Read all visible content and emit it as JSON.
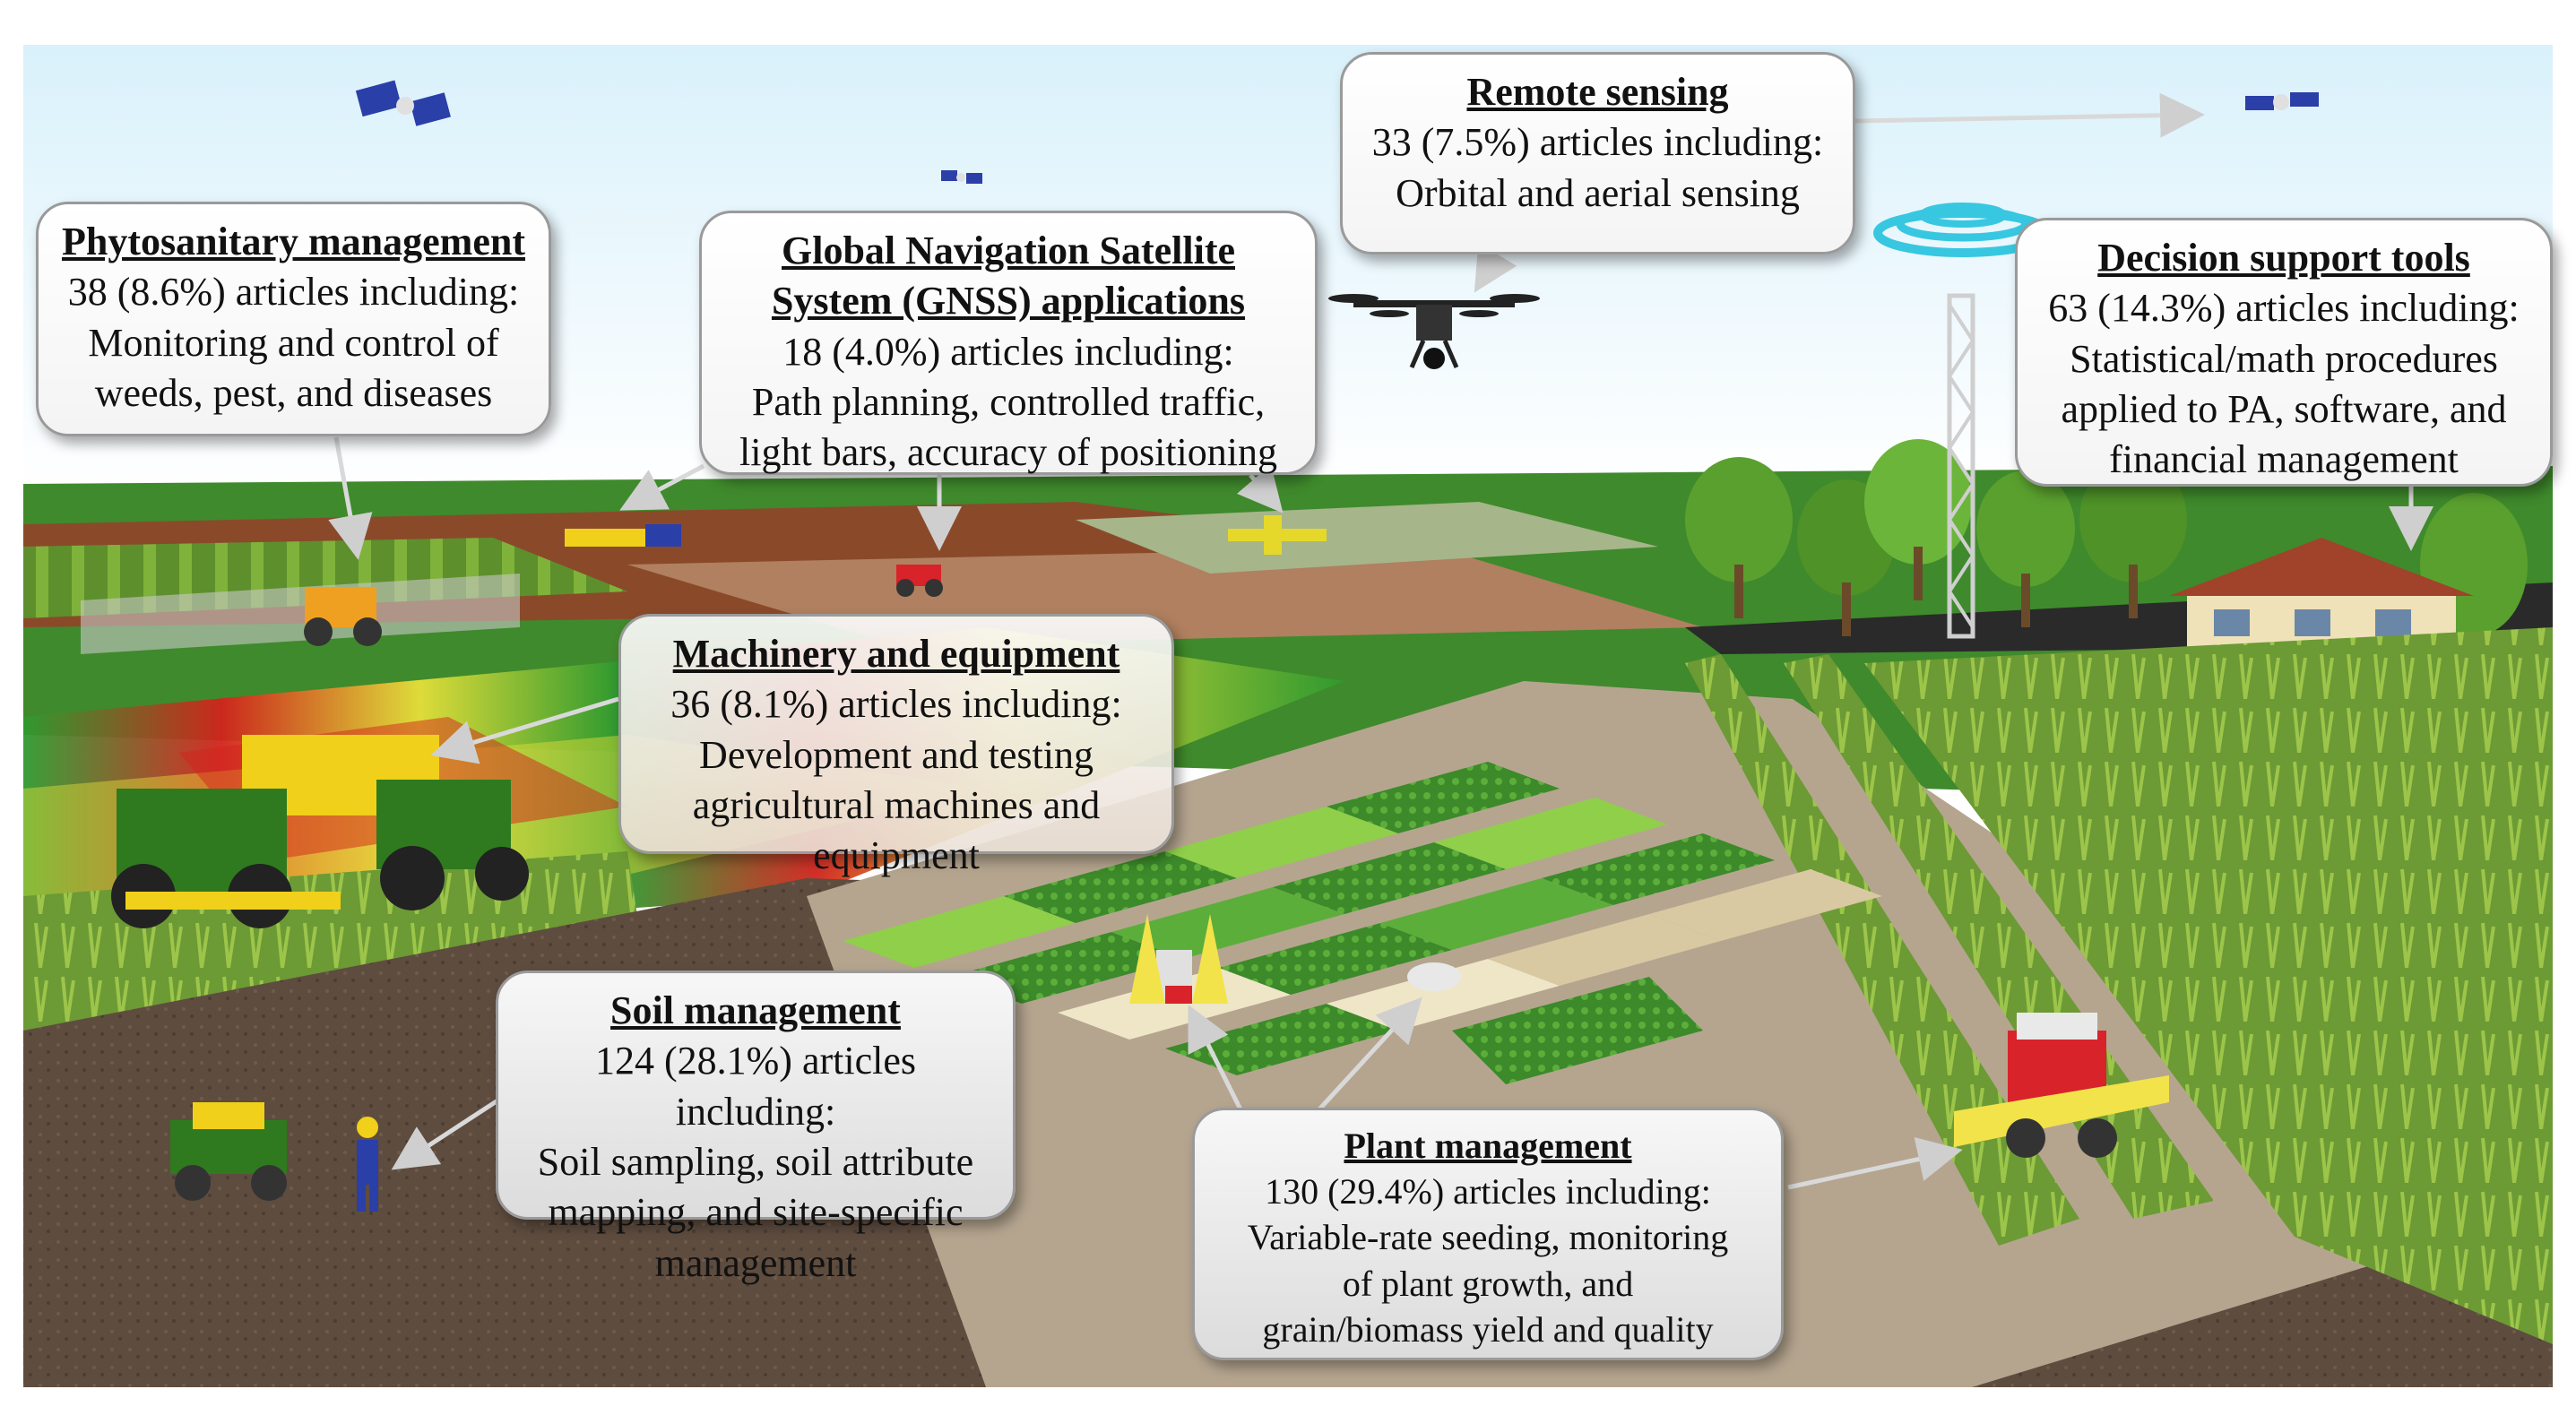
{
  "callouts": {
    "remote": {
      "title": "Remote sensing",
      "count": "33 (7.5%) articles including:",
      "lines": [
        "Orbital and aerial sensing"
      ]
    },
    "phyto": {
      "title": "Phytosanitary  management",
      "count": "38 (8.6%) articles including:",
      "lines": [
        "Monitoring  and control of",
        "weeds, pest, and diseases"
      ]
    },
    "gnss": {
      "title_1": "Global  Navigation  Satellite",
      "title_2": "System (GNSS) applications",
      "count": "18 (4.0%) articles including:",
      "lines": [
        "Path planning,  controlled traffic,",
        "light bars, accuracy of positioning"
      ]
    },
    "decision": {
      "title": "Decision  support  tools",
      "count": "63 (14.3%) articles including:",
      "lines": [
        "Statistical/math procedures",
        "applied to PA, software, and",
        "financial management"
      ]
    },
    "machinery": {
      "title": "Machinery  and  equipment",
      "count": "36 (8.1%) articles including:",
      "lines": [
        "Development  and testing",
        "agricultural machines and",
        "equipment"
      ]
    },
    "soil": {
      "title": "Soil  management",
      "count": "124 (28.1%) articles including:",
      "lines": [
        "Soil sampling, soil attribute",
        "mapping,  and site-specific",
        "management"
      ]
    },
    "plant": {
      "title": "Plant management",
      "count": "130 (29.4%) articles  including:",
      "lines": [
        "Variable-rate  seeding,  monitoring",
        "of plant growth,  and",
        "grain/biomass  yield  and quality"
      ]
    }
  },
  "colors": {
    "sky_top": "#dff3fb",
    "sky_bottom": "#ffffff",
    "grass": "#3f8a2c",
    "soil_dark": "#5a4a3c",
    "soil_light": "#b5a58f",
    "map_red": "#d2231c",
    "map_yellow": "#e6e03a",
    "map_green": "#2f9a2f",
    "tractor_green": "#2f7a1e",
    "tractor_yellow": "#f0d01a",
    "tractor_red": "#d8232a",
    "satellite_blue": "#2b3fa8",
    "antenna_cyan": "#38c7e0"
  }
}
